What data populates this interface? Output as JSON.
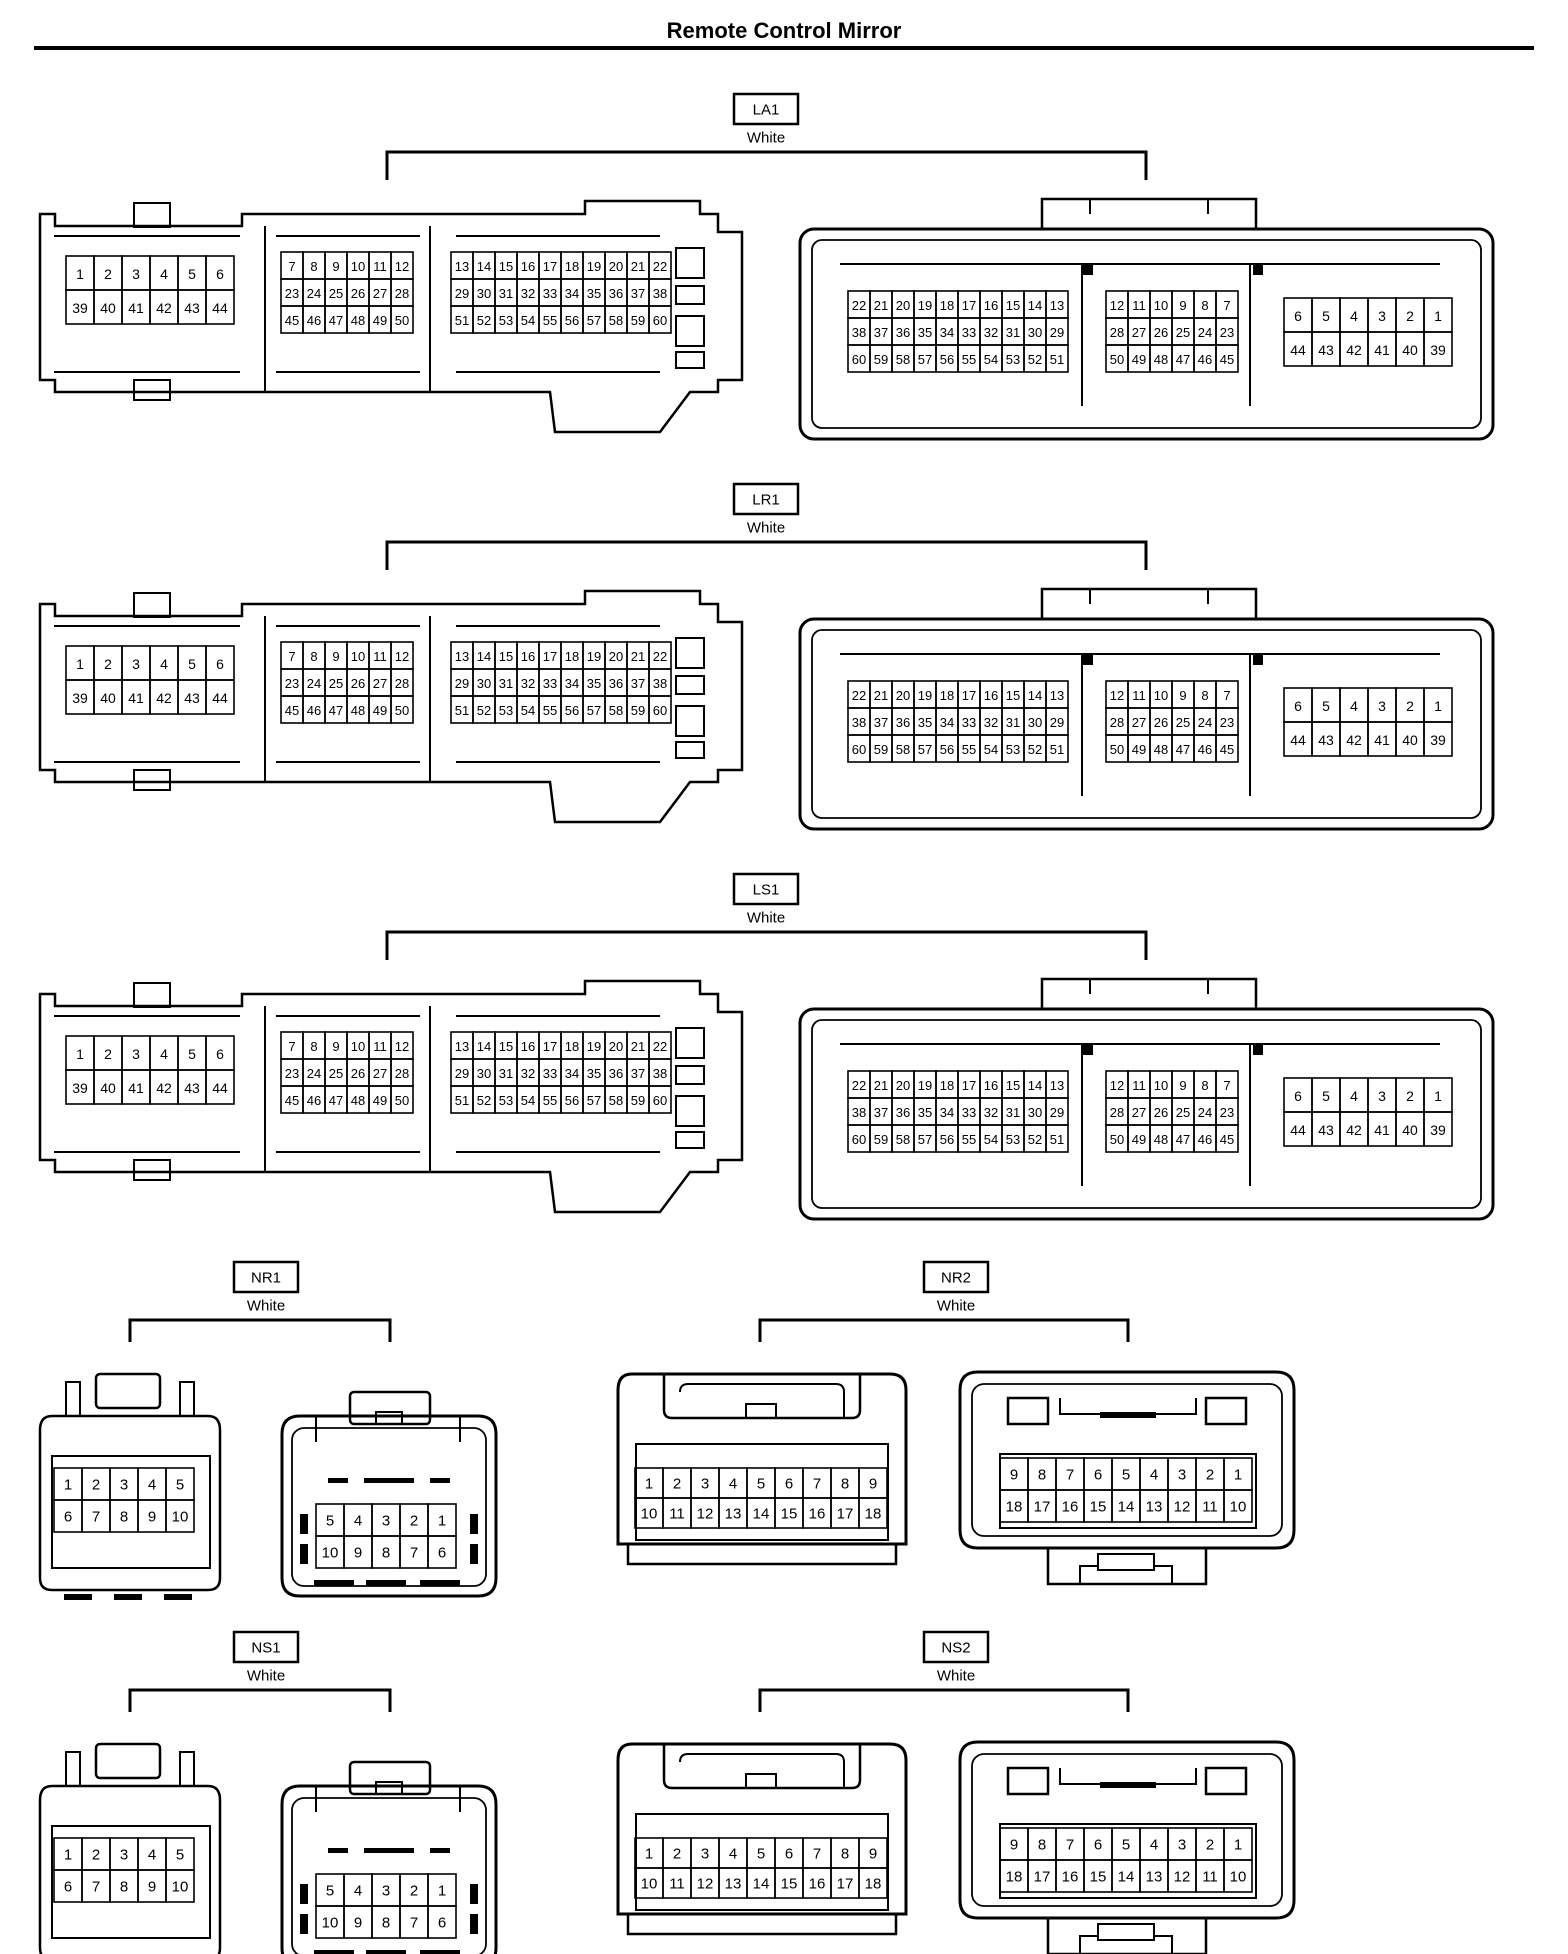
{
  "page": {
    "title": "Remote Control Mirror"
  },
  "long_connectors": [
    {
      "code": "LA1",
      "color": "White"
    },
    {
      "code": "LR1",
      "color": "White"
    },
    {
      "code": "LS1",
      "color": "White"
    }
  ],
  "small_connectors": [
    {
      "code": "NR1",
      "color": "White",
      "kind": "10-pin"
    },
    {
      "code": "NR2",
      "color": "White",
      "kind": "18-pin"
    },
    {
      "code": "NS1",
      "color": "White",
      "kind": "10-pin"
    },
    {
      "code": "NS2",
      "color": "White",
      "kind": "18-pin"
    }
  ],
  "long_pins": {
    "male": [
      [
        [
          "1",
          "2",
          "3",
          "4",
          "5",
          "6"
        ],
        [
          "39",
          "40",
          "41",
          "42",
          "43",
          "44"
        ]
      ],
      [
        [
          "7",
          "8",
          "9",
          "10",
          "11",
          "12"
        ],
        [
          "23",
          "24",
          "25",
          "26",
          "27",
          "28"
        ],
        [
          "45",
          "46",
          "47",
          "48",
          "49",
          "50"
        ]
      ],
      [
        [
          "13",
          "14",
          "15",
          "16",
          "17",
          "18",
          "19",
          "20",
          "21",
          "22"
        ],
        [
          "29",
          "30",
          "31",
          "32",
          "33",
          "34",
          "35",
          "36",
          "37",
          "38"
        ],
        [
          "51",
          "52",
          "53",
          "54",
          "55",
          "56",
          "57",
          "58",
          "59",
          "60"
        ]
      ]
    ],
    "female": [
      [
        [
          "22",
          "21",
          "20",
          "19",
          "18",
          "17",
          "16",
          "15",
          "14",
          "13"
        ],
        [
          "38",
          "37",
          "36",
          "35",
          "34",
          "33",
          "32",
          "31",
          "30",
          "29"
        ],
        [
          "60",
          "59",
          "58",
          "57",
          "56",
          "55",
          "54",
          "53",
          "52",
          "51"
        ]
      ],
      [
        [
          "12",
          "11",
          "10",
          "9",
          "8",
          "7"
        ],
        [
          "28",
          "27",
          "26",
          "25",
          "24",
          "23"
        ],
        [
          "50",
          "49",
          "48",
          "47",
          "46",
          "45"
        ]
      ],
      [
        [
          "6",
          "5",
          "4",
          "3",
          "2",
          "1"
        ],
        [
          "44",
          "43",
          "42",
          "41",
          "40",
          "39"
        ]
      ]
    ]
  },
  "small_pins": {
    "ten_male": [
      [
        "1",
        "2",
        "3",
        "4",
        "5"
      ],
      [
        "6",
        "7",
        "8",
        "9",
        "10"
      ]
    ],
    "ten_female": [
      [
        "5",
        "4",
        "3",
        "2",
        "1"
      ],
      [
        "10",
        "9",
        "8",
        "7",
        "6"
      ]
    ],
    "eighteen_male": [
      [
        "1",
        "2",
        "3",
        "4",
        "5",
        "6",
        "7",
        "8",
        "9"
      ],
      [
        "10",
        "11",
        "12",
        "13",
        "14",
        "15",
        "16",
        "17",
        "18"
      ]
    ],
    "eighteen_female": [
      [
        "9",
        "8",
        "7",
        "6",
        "5",
        "4",
        "3",
        "2",
        "1"
      ],
      [
        "18",
        "17",
        "16",
        "15",
        "14",
        "13",
        "12",
        "11",
        "10"
      ]
    ]
  }
}
